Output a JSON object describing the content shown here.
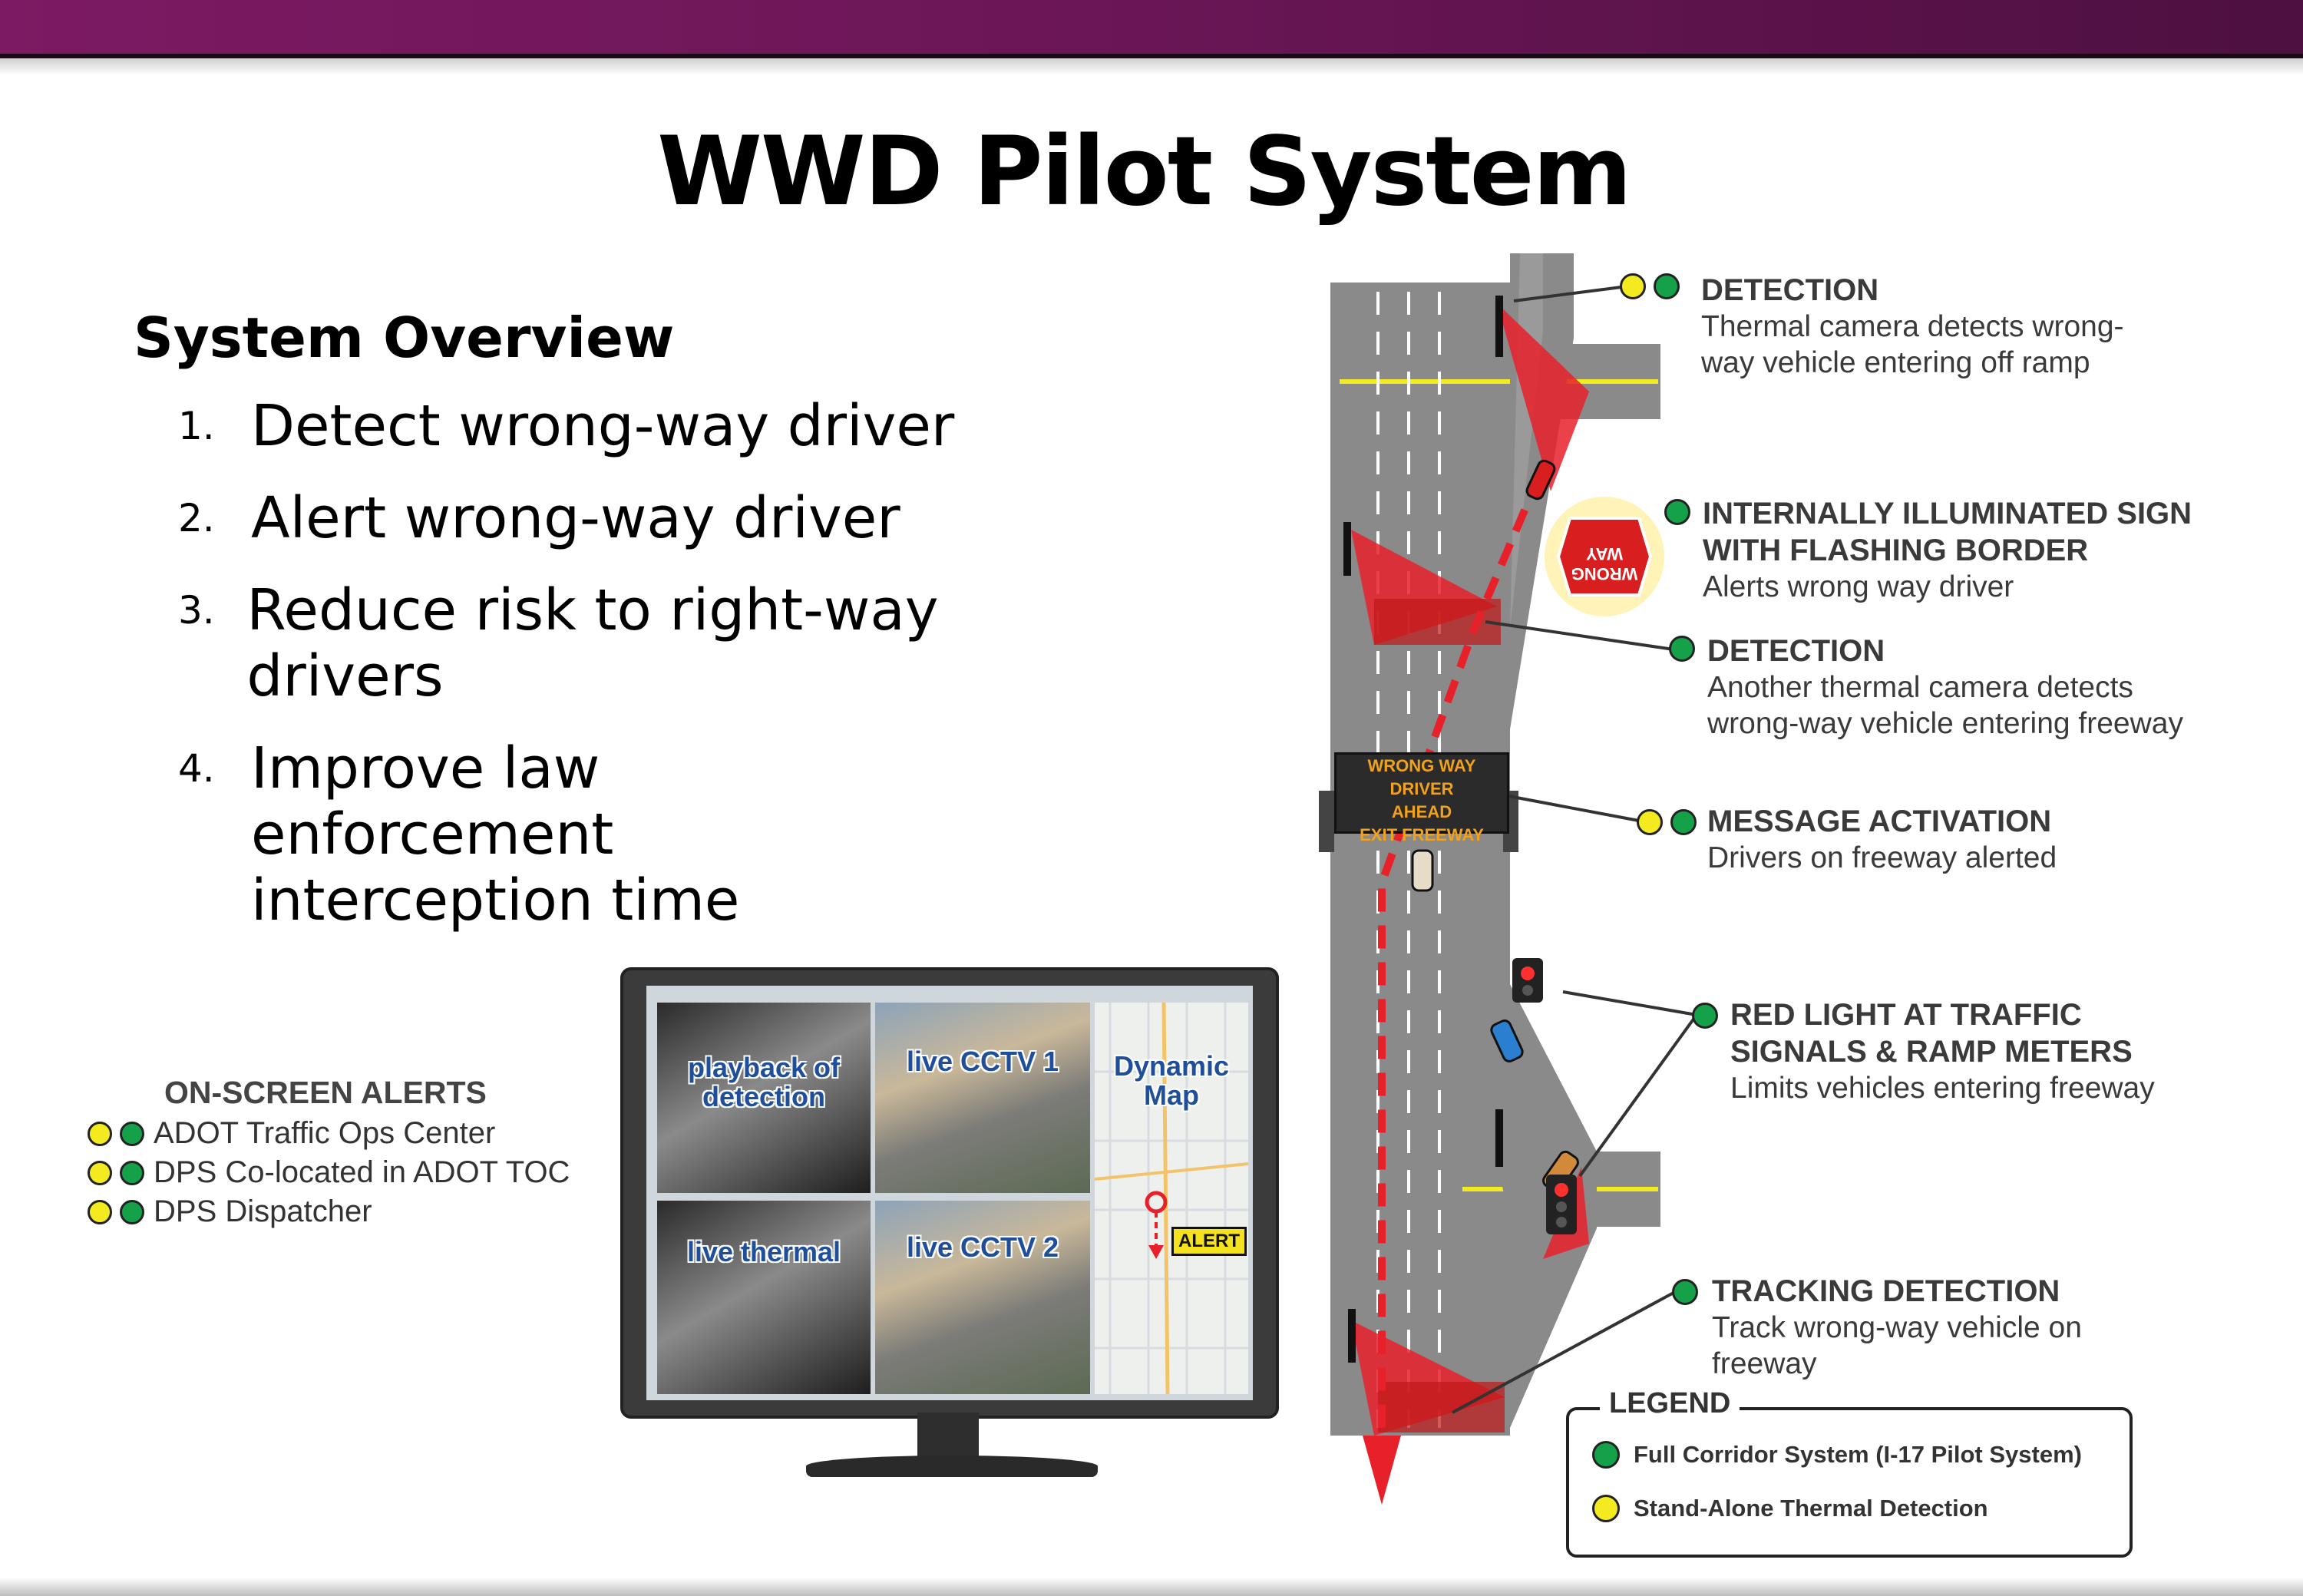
{
  "title": "WWD Pilot System",
  "overview": {
    "heading": "System Overview",
    "items": [
      {
        "num": "1.",
        "text": "Detect wrong-way driver"
      },
      {
        "num": "2.",
        "text": "Alert wrong-way driver"
      },
      {
        "num": "3.",
        "text": "Reduce risk to right-way drivers"
      },
      {
        "num": "4.",
        "text": "Improve law enforcement interception time"
      }
    ]
  },
  "onscreen_alerts": {
    "title": "ON-SCREEN ALERTS",
    "rows": [
      "ADOT Traffic Ops Center",
      "DPS Co-located in ADOT TOC",
      "DPS Dispatcher"
    ]
  },
  "monitor": {
    "panes": [
      "playback of detection",
      "live CCTV 1",
      "Dynamic Map",
      "live thermal",
      "live CCTV 2"
    ],
    "alert_tag": "ALERT"
  },
  "vms": {
    "line1": "WRONG WAY DRIVER",
    "line2": "AHEAD",
    "line3": "EXIT FREEWAY"
  },
  "wrong_way_sign": "WRONG WAY",
  "callouts": [
    {
      "head": "DETECTION",
      "body": "Thermal camera detects wrong-way vehicle entering off ramp",
      "dots": [
        "yellow",
        "green"
      ]
    },
    {
      "head": "INTERNALLY ILLUMINATED SIGN WITH FLASHING BORDER",
      "body": "Alerts wrong way driver",
      "dots": [
        "green"
      ]
    },
    {
      "head": "DETECTION",
      "body": "Another thermal camera detects wrong-way vehicle entering freeway",
      "dots": [
        "green"
      ]
    },
    {
      "head": "MESSAGE ACTIVATION",
      "body": "Drivers on freeway alerted",
      "dots": [
        "yellow",
        "green"
      ]
    },
    {
      "head": "RED LIGHT AT TRAFFIC SIGNALS & RAMP METERS",
      "body": "Limits vehicles entering freeway",
      "dots": [
        "green"
      ]
    },
    {
      "head": "TRACKING DETECTION",
      "body": "Track wrong-way vehicle on freeway",
      "dots": [
        "green"
      ]
    }
  ],
  "legend": {
    "title": "LEGEND",
    "items": [
      {
        "color": "green",
        "label": "Full Corridor System (I-17 Pilot System)"
      },
      {
        "color": "yellow",
        "label": "Stand-Alone Thermal Detection"
      }
    ]
  },
  "colors": {
    "header_bar": "#7c1a63",
    "green_dot": "#15a04a",
    "yellow_dot": "#f4ea20",
    "detection_red": "#e8202a",
    "road_gray": "#8a8a8a",
    "pane_label_blue": "#1f4e9b",
    "vms_amber": "#f2a21a"
  }
}
